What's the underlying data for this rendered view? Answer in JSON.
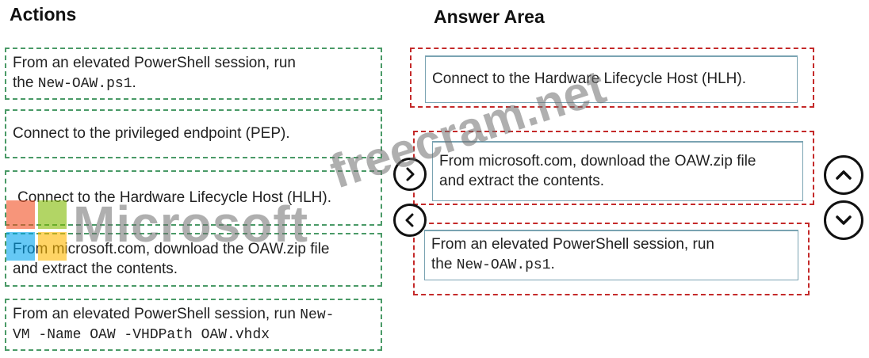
{
  "actions": {
    "heading": "Actions",
    "items": [
      {
        "line1": "From an elevated PowerShell session, run",
        "line2_prefix": "the ",
        "line2_code": "New-OAW.ps1",
        "line2_suffix": "."
      },
      {
        "text": "Connect to the privileged endpoint (PEP)."
      },
      {
        "text": "Connect to the Hardware Lifecycle Host (HLH)."
      },
      {
        "line1": "From microsoft.com, download the OAW.zip file",
        "line2": "and extract the contents."
      },
      {
        "line1_prefix": "From an elevated PowerShell session, run ",
        "line1_code": "New-",
        "line2_code": "VM -Name OAW -VHDPath OAW.vhdx"
      }
    ]
  },
  "answer_area": {
    "heading": "Answer Area",
    "items": [
      {
        "text": "Connect to the Hardware Lifecycle Host (HLH)."
      },
      {
        "line1": "From microsoft.com, download the OAW.zip file",
        "line2": "and extract the contents."
      },
      {
        "line1": "From an elevated PowerShell session, run",
        "line2_prefix": "the ",
        "line2_code": "New-OAW.ps1",
        "line2_suffix": "."
      }
    ]
  },
  "controls": {
    "move_right_icon": "chevron-right-icon",
    "move_left_icon": "chevron-left-icon",
    "move_up_icon": "chevron-up-icon",
    "move_down_icon": "chevron-down-icon"
  },
  "watermark": {
    "text1": "Microsoft",
    "text2": "freecram.net"
  },
  "colors": {
    "action_border": "#4a9a67",
    "answer_slot_border": "#c42a2a",
    "card_border": "#7aa3b2"
  }
}
